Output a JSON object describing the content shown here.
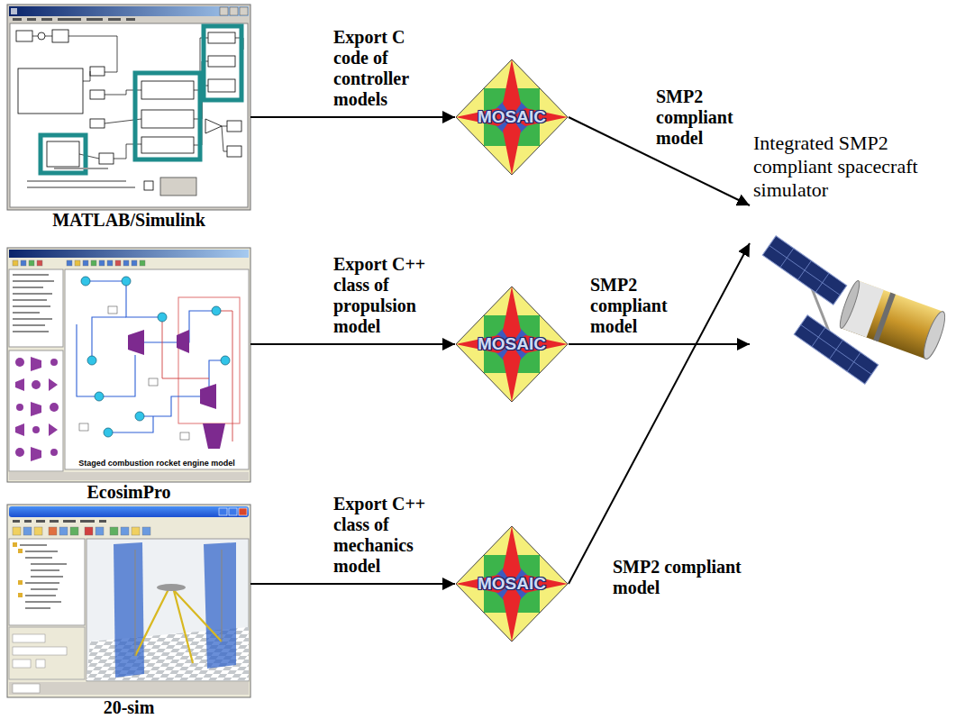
{
  "diagram": {
    "nodes": [
      {
        "text": [
          "MATLAB/Simulink"
        ]
      },
      {
        "text": [
          "MOSAIC"
        ]
      },
      {
        "text": [
          "EcosimPro"
        ]
      },
      {
        "text": [
          "MOSAIC"
        ]
      },
      {
        "text": [
          "20-sim"
        ]
      },
      {
        "text": [
          "MOSAIC"
        ]
      },
      {
        "text": [
          "Integrated SMP2 compliant spacecraft simulator"
        ]
      }
    ],
    "edges": [
      {
        "from": 0,
        "to": 1,
        "arrow": "to",
        "label": "Export C code of controller models"
      },
      {
        "from": 1,
        "to": 6,
        "arrow": "to",
        "label": "SMP2 compliant model"
      },
      {
        "from": 2,
        "to": 3,
        "arrow": "to",
        "label": "Export C++ class of propulsion model"
      },
      {
        "from": 3,
        "to": 6,
        "arrow": "to",
        "label": "SMP2 compliant model"
      },
      {
        "from": 4,
        "to": 5,
        "arrow": "to",
        "label": "Export C++ class of mechanics model"
      },
      {
        "from": 5,
        "to": 6,
        "arrow": "to",
        "label": "SMP2 compliant model"
      }
    ],
    "labels": [
      "Staged combustion rocket engine model"
    ]
  }
}
